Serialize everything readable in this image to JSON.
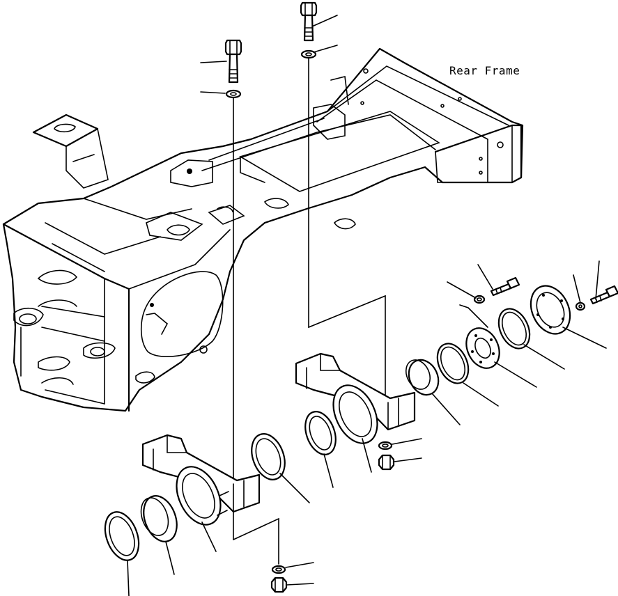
{
  "diagram": {
    "label": "Rear Frame",
    "parts": [
      "bolt",
      "washer",
      "bolt",
      "washer",
      "rear-frame",
      "support-left",
      "bushing",
      "seal-ring",
      "seal-ring",
      "support-right",
      "washer",
      "nut",
      "washer",
      "nut",
      "bushing",
      "seal-ring",
      "plate",
      "seal-ring",
      "cover",
      "washer",
      "bolt",
      "washer",
      "bolt"
    ]
  }
}
